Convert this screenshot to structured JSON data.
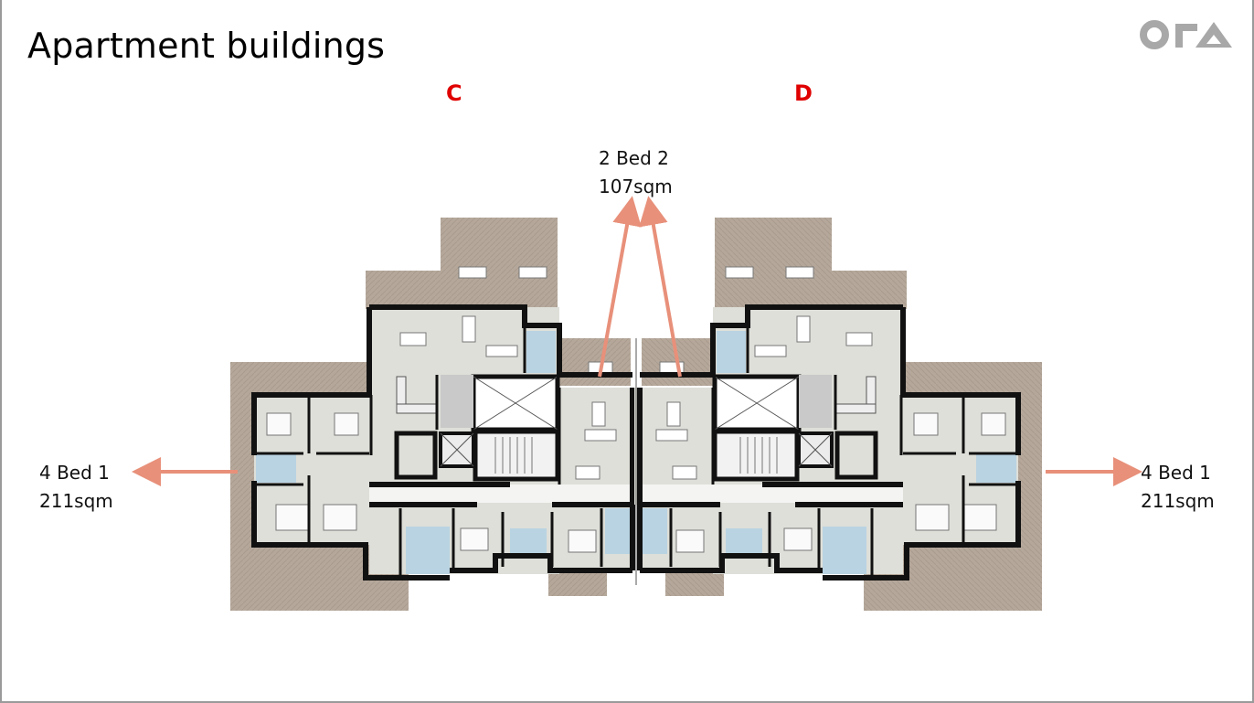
{
  "slide": {
    "title": "Apartment buildings",
    "logo_text": "OGA"
  },
  "buildings": [
    {
      "label": "C"
    },
    {
      "label": "D"
    }
  ],
  "callouts": {
    "top": {
      "type": "2 Bed 2",
      "area": "107sqm"
    },
    "left": {
      "type": "4 Bed 1",
      "area": "211sqm"
    },
    "right": {
      "type": "4 Bed 1",
      "area": "211sqm"
    }
  },
  "colors": {
    "label_red": "#e00000",
    "arrow": "#e8907a",
    "terrace": "#b3a598",
    "floor": "#dcdcd6",
    "wall": "#111111",
    "bath": "#b9d3e2"
  }
}
